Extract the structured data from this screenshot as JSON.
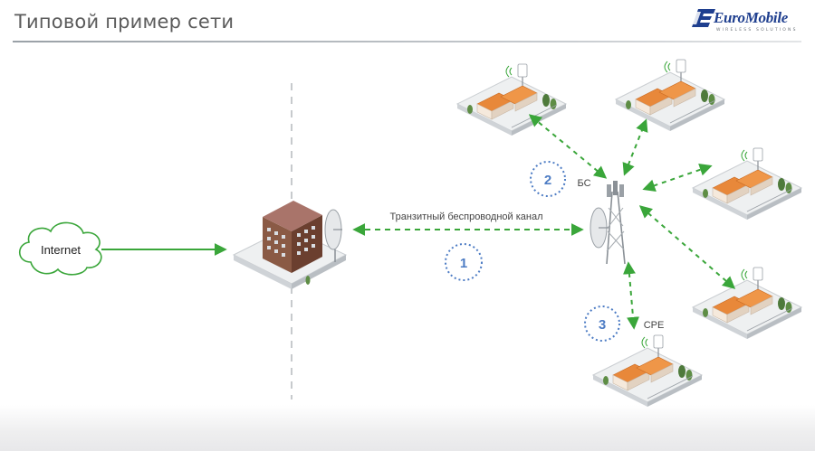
{
  "header": {
    "title": "Типовой пример сети",
    "logo_text": "EuroMobile",
    "logo_subtitle": "WIRELESS SOLUTIONS"
  },
  "diagram": {
    "internet_label": "Internet",
    "transit_label": "Транзитный беспроводной канал",
    "bs_label": "БС",
    "cpe_label": "CPE",
    "step_markers": [
      "1",
      "2",
      "3"
    ]
  },
  "colors": {
    "link_green": "#3aa63a",
    "marker_blue": "#4d7cc4",
    "roof_orange": "#e8883a",
    "title_gray": "#5b5b5b",
    "logo_blue": "#1f3f8f"
  }
}
